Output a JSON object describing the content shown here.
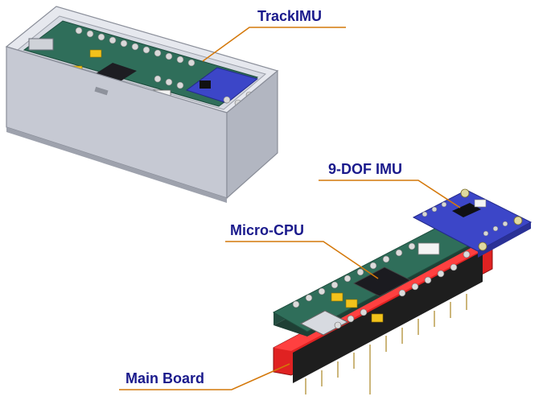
{
  "labels": {
    "trackimu": "TrackIMU",
    "imu": "9-DOF IMU",
    "cpu": "Micro-CPU",
    "main_board": "Main Board"
  },
  "colors": {
    "label_text": "#1a1a8c",
    "leader_line": "#d4780a",
    "enclosure": "#c9ccd6",
    "pcb_green": "#2f6e5a",
    "imu_board": "#3c46c8",
    "main_board": "#e02222"
  }
}
